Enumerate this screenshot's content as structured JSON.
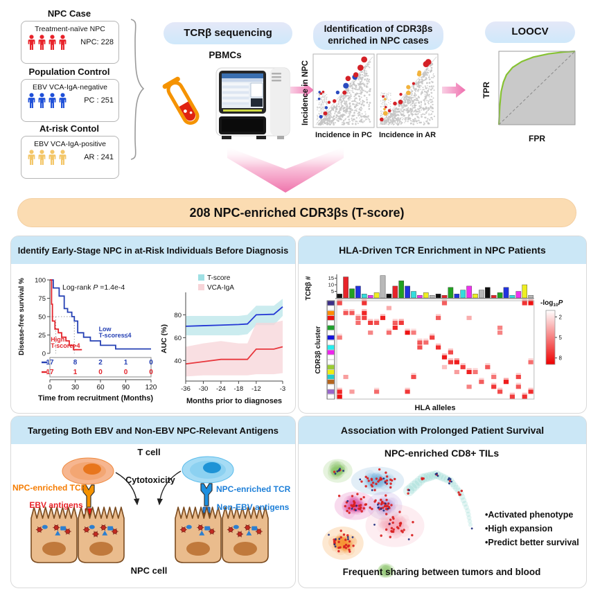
{
  "cohorts": {
    "groups": [
      {
        "title": "NPC Case",
        "subtitle": "Treatment-naïve NPC",
        "count": "NPC: 228",
        "color": "#e8232a"
      },
      {
        "title": "Population Control",
        "subtitle": "EBV VCA-IgA-negative",
        "count": "PC : 251",
        "color": "#1e4fd8"
      },
      {
        "title": "At-risk Contol",
        "subtitle": "EBV VCA-IgA-positive",
        "count": "AR : 241",
        "color": "#f3c667"
      }
    ]
  },
  "pipeline": {
    "tcr_pill": "TCRβ sequencing",
    "pbmcs": "PBMCs",
    "ident_pill_line1": "Identification of CDR3βs",
    "ident_pill_line2": "enriched in NPC cases",
    "loocv_pill": "LOOCV"
  },
  "banner": {
    "text": "208 NPC-enriched CDR3βs (T-score)"
  },
  "panels": {
    "p1": {
      "header": "Identify Early-Stage NPC in at-Risk Individuals Before Diagnosis"
    },
    "p2": {
      "header": "HLA-Driven TCR Enrichment in NPC Patients"
    },
    "p3": {
      "header": "Targeting Both EBV and Non-EBV NPC-Relevant Antigens"
    },
    "p4": {
      "header": "Association with Prolonged Patient Survival"
    }
  },
  "panel3": {
    "tcell": "T cell",
    "cytotoxicity": "Cytotoxicity",
    "tcr_left": "NPC-enriched TCR",
    "tcr_right": "NPC-enriched TCR",
    "ebv": "EBV antigens",
    "nonebv": "Non-EBV antigens",
    "npc_cell": "NPC cell",
    "colors": {
      "tcr_left": "#f57c00",
      "tcr_right": "#1d7fd8",
      "ebv": "#e8232a",
      "nonebv": "#1d7fd8"
    }
  },
  "panel4": {
    "subtitle": "NPC-enriched CD8+ TILs",
    "bullets": [
      "Activated phenotype",
      "High expansion",
      "Predict better survival"
    ],
    "footer": "Frequent sharing between tumors and blood"
  },
  "chart_data": [
    {
      "id": "scatter_pc",
      "type": "scatter",
      "xlabel": "Incidence in PC",
      "ylabel": "Incidence in NPC",
      "point_cloud": "grey CDR3β background cloud along diagonal wedge",
      "highlight_colors": [
        "#d42127",
        "#2b4bbf"
      ]
    },
    {
      "id": "scatter_ar",
      "type": "scatter",
      "xlabel": "Incidence in AR",
      "ylabel": "Incidence in NPC",
      "point_cloud": "grey CDR3β background cloud along diagonal wedge",
      "highlight_colors": [
        "#d42127",
        "#f2b33d"
      ]
    },
    {
      "id": "roc",
      "type": "line",
      "xlabel": "FPR",
      "ylabel": "TPR",
      "curve_color": "#86c232",
      "fill_color": "#c9c9c9",
      "curve": [
        [
          0,
          0
        ],
        [
          0.012,
          0.25
        ],
        [
          0.03,
          0.45
        ],
        [
          0.06,
          0.58
        ],
        [
          0.1,
          0.68
        ],
        [
          0.18,
          0.78
        ],
        [
          0.3,
          0.86
        ],
        [
          0.45,
          0.92
        ],
        [
          0.65,
          0.965
        ],
        [
          0.85,
          0.99
        ],
        [
          1,
          1
        ]
      ]
    },
    {
      "id": "km",
      "type": "line",
      "annotation": {
        "prefix": "Log-rank ",
        "italic": "P",
        "suffix": " =1.4e-4"
      },
      "ylabel": "Disease-free survival %",
      "xlabel": "Time from recruitment (Months)",
      "yticks": [
        0,
        25,
        50,
        75,
        100
      ],
      "xticks": [
        0,
        30,
        60,
        90,
        120
      ],
      "series": [
        {
          "name_lines": [
            "Low",
            "T-scores≤4"
          ],
          "color": "#2540b4",
          "steps": [
            [
              0,
              100
            ],
            [
              4,
              100
            ],
            [
              4,
              89
            ],
            [
              11,
              89
            ],
            [
              11,
              78
            ],
            [
              17,
              78
            ],
            [
              17,
              61
            ],
            [
              21,
              61
            ],
            [
              21,
              56
            ],
            [
              26,
              56
            ],
            [
              26,
              50
            ],
            [
              29,
              50
            ],
            [
              29,
              44
            ],
            [
              33,
              44
            ],
            [
              33,
              28
            ],
            [
              40,
              28
            ],
            [
              40,
              22
            ],
            [
              48,
              22
            ],
            [
              48,
              17
            ],
            [
              60,
              17
            ],
            [
              60,
              11
            ],
            [
              78,
              11
            ],
            [
              78,
              6
            ],
            [
              120,
              6
            ]
          ]
        },
        {
          "name_lines": [
            "High",
            "T-score>4"
          ],
          "color": "#e3242b",
          "steps": [
            [
              0,
              100
            ],
            [
              2,
              100
            ],
            [
              2,
              67
            ],
            [
              3,
              67
            ],
            [
              3,
              44
            ],
            [
              6,
              44
            ],
            [
              6,
              33
            ],
            [
              10,
              33
            ],
            [
              10,
              28
            ],
            [
              14,
              28
            ],
            [
              14,
              22
            ],
            [
              19,
              22
            ],
            [
              19,
              17
            ],
            [
              23,
              17
            ],
            [
              23,
              11
            ],
            [
              28,
              11
            ],
            [
              28,
              5
            ],
            [
              38,
              5
            ]
          ]
        }
      ],
      "risk_table": [
        [
          "17",
          "8",
          "2",
          "1",
          "0"
        ],
        [
          "17",
          "1",
          "0",
          "0",
          "0"
        ]
      ],
      "guide_lines": {
        "h": 50,
        "v": [
          7,
          29
        ]
      }
    },
    {
      "id": "auc",
      "type": "line",
      "ylabel": "AUC (%)",
      "xlabel": "Months prior to diagnoses",
      "yticks": [
        40,
        60,
        80
      ],
      "xticks": [
        -36,
        -30,
        -24,
        -18,
        -12,
        -3
      ],
      "series": [
        {
          "name": "T-score",
          "color": "#2336d4",
          "band_color": "#b9e6ea",
          "x": [
            -36,
            -30,
            -24,
            -18,
            -15,
            -12,
            -6,
            -3
          ],
          "y": [
            70,
            70.5,
            71,
            71.5,
            72,
            80,
            80.5,
            87
          ],
          "upper": [
            79,
            79,
            79,
            79,
            80,
            88,
            88,
            94
          ],
          "lower": [
            62,
            62,
            62,
            62,
            63,
            71,
            71,
            79
          ]
        },
        {
          "name": "VCA-IgA",
          "color": "#e8373d",
          "band_color": "#f7d4d8",
          "x": [
            -36,
            -30,
            -24,
            -18,
            -15,
            -12,
            -6,
            -3
          ],
          "y": [
            37,
            39,
            41,
            41,
            41,
            50,
            50,
            52
          ],
          "upper": [
            52,
            55,
            57,
            55,
            55,
            73,
            73,
            75
          ],
          "lower": [
            26,
            27,
            27,
            27,
            27,
            28,
            28,
            29
          ]
        }
      ]
    },
    {
      "id": "hla",
      "type": "heatmap",
      "bar_axis_label": "TCRβ #",
      "bar_ticks": [
        5,
        10,
        15
      ],
      "row_label": "CDR3β cluster",
      "xlabel": "HLA alleles",
      "cell_color": "#ee1111",
      "bar_values": [
        3,
        16,
        7,
        9,
        3,
        2,
        4,
        17,
        3,
        9,
        13,
        9,
        5,
        2,
        4,
        2,
        3,
        2,
        8,
        3,
        6,
        9,
        3,
        6,
        8,
        2,
        4,
        8,
        2,
        5,
        10,
        2
      ],
      "bar_colors": [
        "#111111",
        "#e8232a",
        "#22a122",
        "#2233dd",
        "#33dddd",
        "#ee33ee",
        "#eeee22",
        "#b8b8b8"
      ],
      "row_colors": [
        "#3c2f87",
        "#ffffff",
        "#ff8c00",
        "#ee1111",
        "#ffffff",
        "#1fa02c",
        "#ffffff",
        "#1111dd",
        "#ffffff",
        "#22eeee",
        "#ee22ee",
        "#ffffff",
        "#ffffff",
        "#9acd32",
        "#eeee11",
        "#22cccc",
        "#b5651d",
        "#ffffff",
        "#9966cc",
        "#ffffff"
      ],
      "colorbar": {
        "label_prefix": "-log",
        "label_sub": "10",
        "label_suffix": "P",
        "ticks": [
          2,
          5,
          8
        ]
      }
    },
    {
      "id": "umap",
      "type": "scatter",
      "clusters": [
        {
          "color": "#8fc96a",
          "x": 0.17,
          "y": 0.12,
          "sx": 0.05,
          "sy": 0.05,
          "n": 40
        },
        {
          "color": "#7bb3dc",
          "x": 0.4,
          "y": 0.2,
          "sx": 0.09,
          "sy": 0.06,
          "n": 60
        },
        {
          "color": "#e05cb0",
          "x": 0.27,
          "y": 0.4,
          "sx": 0.07,
          "sy": 0.06,
          "n": 55
        },
        {
          "color": "#b49add",
          "x": 0.44,
          "y": 0.4,
          "sx": 0.06,
          "sy": 0.06,
          "n": 45
        },
        {
          "color": "#f6aebf",
          "x": 0.5,
          "y": 0.56,
          "sx": 0.1,
          "sy": 0.09,
          "n": 80
        },
        {
          "color": "#f5952f",
          "x": 0.2,
          "y": 0.7,
          "sx": 0.07,
          "sy": 0.07,
          "n": 55
        },
        {
          "color": "#8fc96a",
          "x": 0.45,
          "y": 0.92,
          "sx": 0.03,
          "sy": 0.03,
          "n": 14
        }
      ],
      "arc": [
        [
          0.58,
          0.28
        ],
        [
          0.66,
          0.18
        ],
        [
          0.74,
          0.15
        ],
        [
          0.82,
          0.2
        ],
        [
          0.88,
          0.3
        ],
        [
          0.92,
          0.44
        ],
        [
          0.94,
          0.58
        ]
      ],
      "arc_color": "#66c7bd",
      "dot_colors": {
        "red": "#d81f1f",
        "navy": "#1f2e7e"
      }
    }
  ]
}
